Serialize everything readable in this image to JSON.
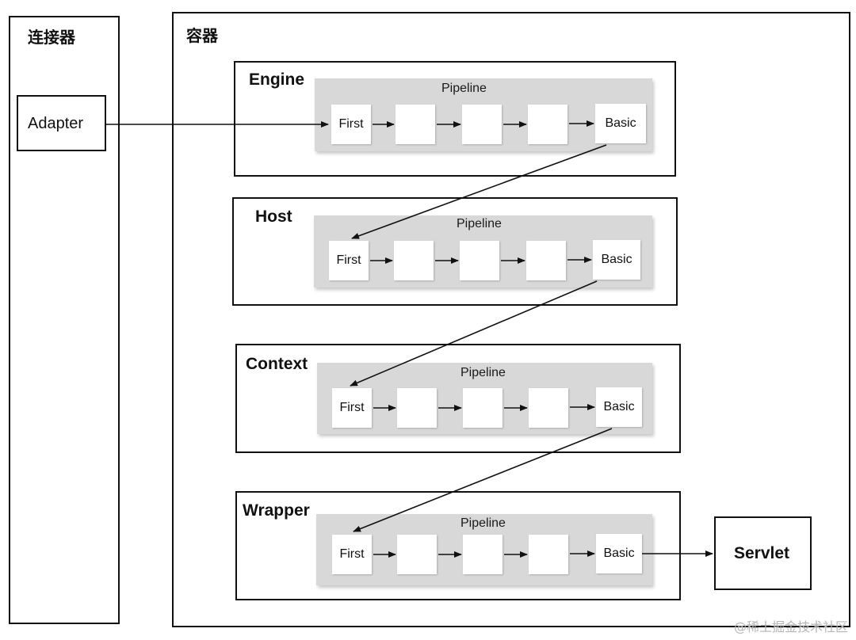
{
  "connector": {
    "title": "连接器",
    "adapter_label": "Adapter"
  },
  "container": {
    "title": "容器"
  },
  "components": [
    {
      "name": "Engine",
      "pipeline_label": "Pipeline",
      "valves": [
        "First",
        "",
        "",
        "",
        "Basic"
      ]
    },
    {
      "name": "Host",
      "pipeline_label": "Pipeline",
      "valves": [
        "First",
        "",
        "",
        "",
        "Basic"
      ]
    },
    {
      "name": "Context",
      "pipeline_label": "Pipeline",
      "valves": [
        "First",
        "",
        "",
        "",
        "Basic"
      ]
    },
    {
      "name": "Wrapper",
      "pipeline_label": "Pipeline",
      "valves": [
        "First",
        "",
        "",
        "",
        "Basic"
      ]
    }
  ],
  "servlet": {
    "label": "Servlet"
  },
  "watermark": "@稀土掘金技术社区"
}
